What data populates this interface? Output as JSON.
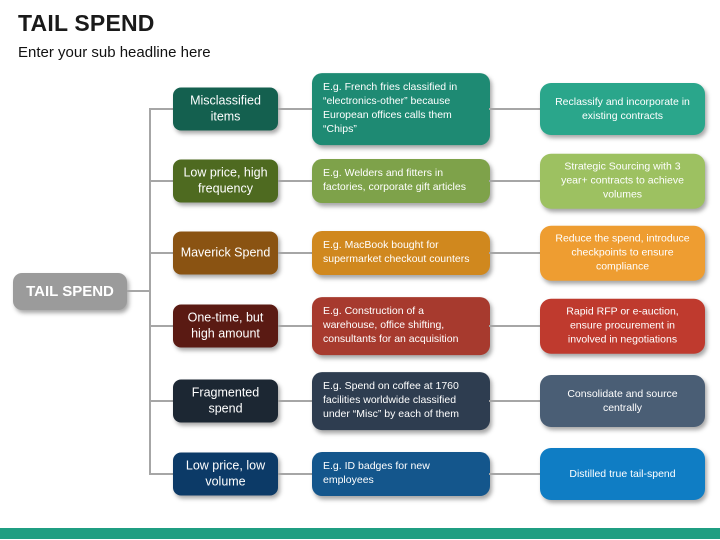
{
  "header": {
    "title": "TAIL SPEND",
    "subtitle": "Enter your sub headline here"
  },
  "root_node": {
    "label": "TAIL SPEND",
    "color": "#9b9b9b"
  },
  "connector_color": "#a6a6a6",
  "footer_bar_color": "#1f9e82",
  "rows": [
    {
      "category": "Misclassified items",
      "example": "E.g. French fries classified in “electronics-other”  because European offices calls them “Chips”",
      "action": "Reclassify and incorporate in existing contracts",
      "colors": {
        "category": "#14604f",
        "example": "#1e8a73",
        "action": "#2aa68b"
      }
    },
    {
      "category": "Low price, high frequency",
      "example": "E.g. Welders and fitters in factories, corporate gift articles",
      "action": "Strategic Sourcing with 3 year+ contracts to achieve volumes",
      "colors": {
        "category": "#4e6a20",
        "example": "#7ea24a",
        "action": "#9dc161"
      }
    },
    {
      "category": "Maverick Spend",
      "example": "E.g. MacBook bought for supermarket checkout counters",
      "action": "Reduce the spend, introduce checkpoints to ensure compliance",
      "colors": {
        "category": "#8a5312",
        "example": "#d0881e",
        "action": "#ee9d31"
      }
    },
    {
      "category": "One-time, but high amount",
      "example": "E.g. Construction of a warehouse, office shifting, consultants for an acquisition",
      "action": "Rapid RFP or e-auction, ensure procurement in involved in negotiations",
      "colors": {
        "category": "#5a1a13",
        "example": "#a73a2e",
        "action": "#bf3a2e"
      }
    },
    {
      "category": "Fragmented spend",
      "example": "E.g. Spend on coffee at 1760 facilities worldwide classified under “Misc” by each of them",
      "action": "Consolidate and source centrally",
      "colors": {
        "category": "#1c2733",
        "example": "#2e3d50",
        "action": "#4a5e75"
      }
    },
    {
      "category": "Low price, low volume",
      "example": "E.g. ID badges for new employees",
      "action": "Distilled true tail-spend",
      "colors": {
        "category": "#0c3a67",
        "example": "#14568c",
        "action": "#0f7dc4"
      }
    }
  ]
}
